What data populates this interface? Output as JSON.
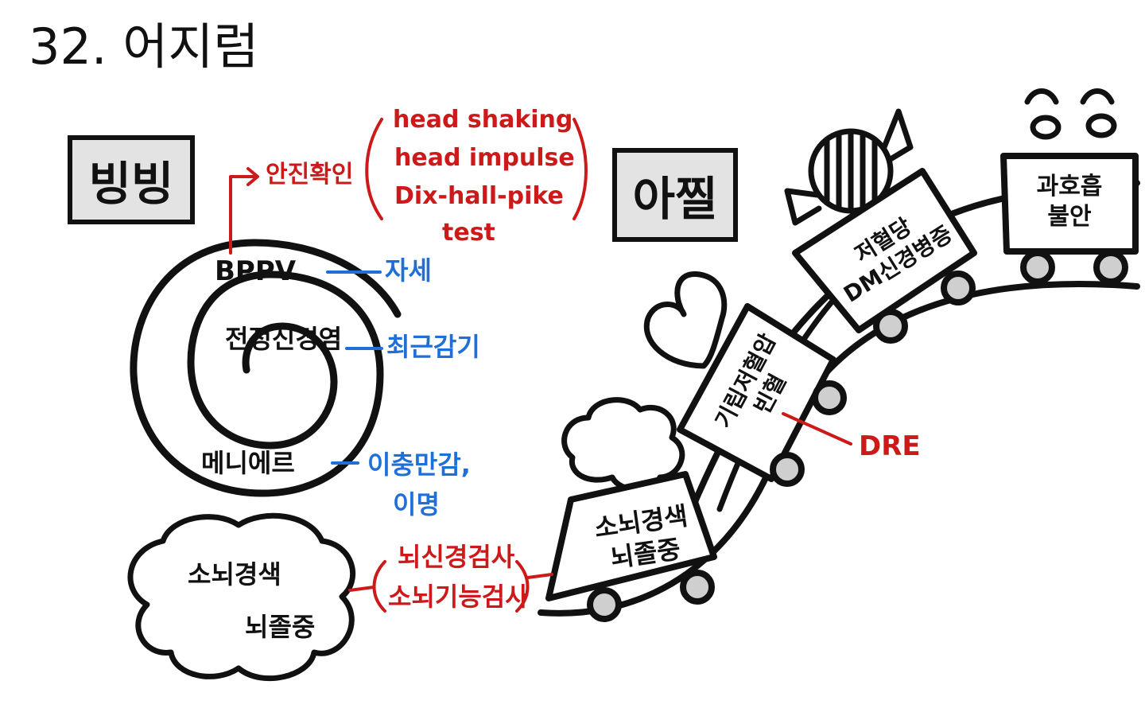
{
  "title": "32. 어지럼",
  "left": {
    "heading": "빙빙",
    "spiral": {
      "outer": "BPPV",
      "middle": "전정신경염",
      "inner": "메니에르"
    },
    "annotations": {
      "bppv_cause": "자세",
      "neuritis_cause": "최근감기",
      "meniere_symptoms": [
        "이충만감,",
        "이명"
      ]
    },
    "bppv_test": {
      "arrow_label": "안진확인",
      "tests": [
        "head shaking",
        "head impulse",
        "Dix-hall-pike",
        "test"
      ]
    },
    "cloud": {
      "line1": "소뇌경색",
      "line2": "뇌졸중"
    },
    "cloud_tests": [
      "뇌신경검사",
      "소뇌기능검사"
    ]
  },
  "right": {
    "heading": "아찔",
    "carts": [
      {
        "lines": [
          "소뇌경색",
          "뇌졸중"
        ]
      },
      {
        "lines": [
          "기립저혈압",
          "빈혈"
        ]
      },
      {
        "lines": [
          "저혈당",
          "DM신경병증"
        ]
      },
      {
        "lines": [
          "과호흡",
          "불안"
        ]
      }
    ],
    "dre_label": "DRE"
  },
  "colors": {
    "ink": "#111111",
    "red": "#cc1a1a",
    "blue": "#1f6fd6",
    "box_fill": "#e3e3e3",
    "wheel_fill": "#cfcfcf"
  }
}
